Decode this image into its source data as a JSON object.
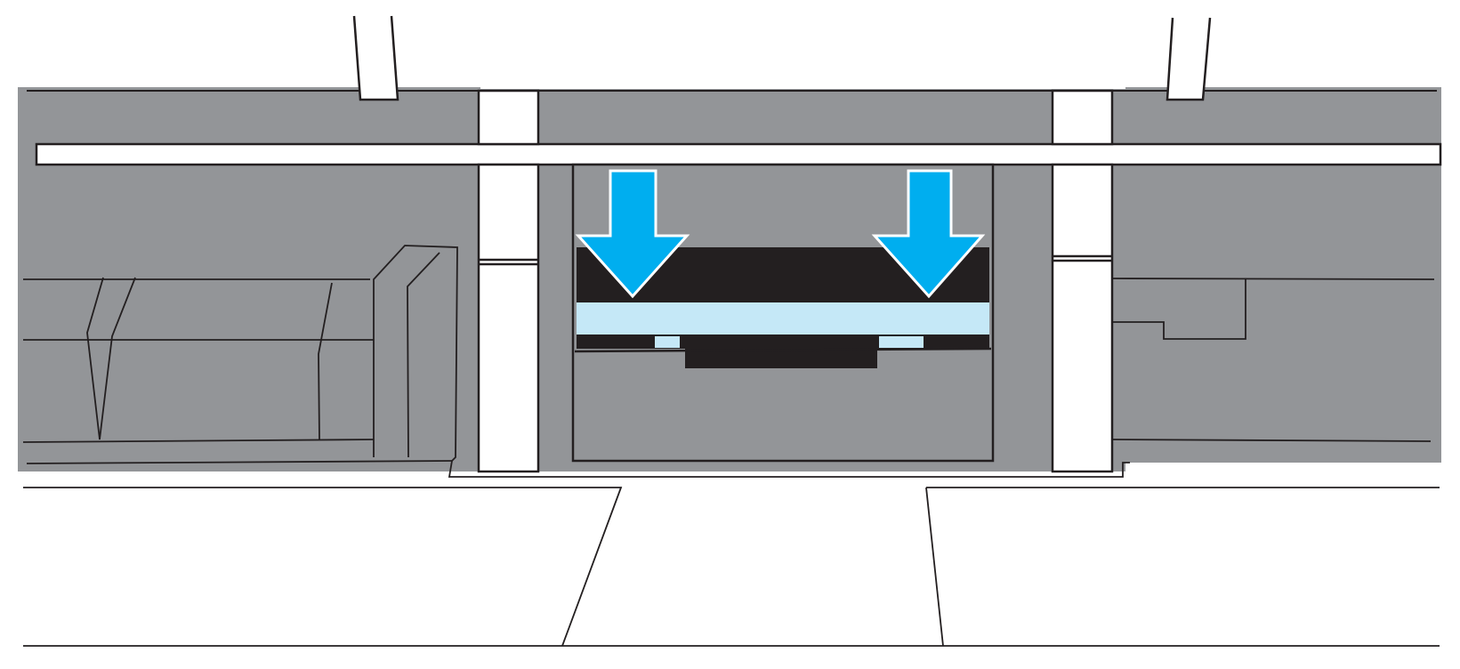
{
  "diagram": {
    "colors": {
      "housing_gray": "#939598",
      "outline": "#231f20",
      "arrow_blue": "#00aeef",
      "light_blue_part": "#c5e8f7",
      "dark_part": "#231f20",
      "white": "#ffffff"
    },
    "arrows": [
      {
        "name": "left-down-arrow",
        "direction": "down"
      },
      {
        "name": "right-down-arrow",
        "direction": "down"
      }
    ]
  }
}
